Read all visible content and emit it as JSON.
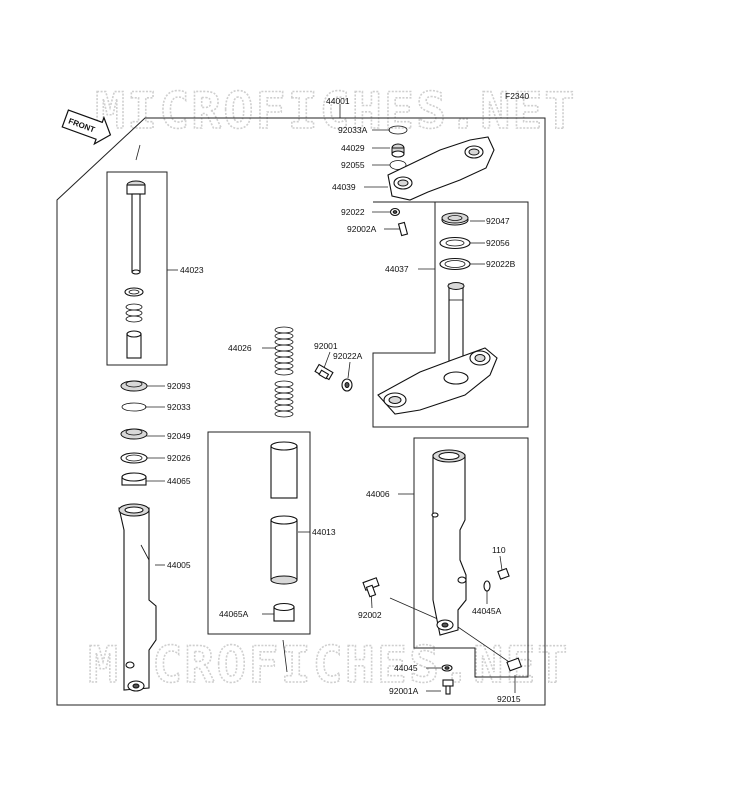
{
  "diagram": {
    "figure_code": "F2340",
    "watermark": "MICROFICHES.NET",
    "front_badge": "FRONT",
    "labels": {
      "p44001": "44001",
      "p92033A": "92033A",
      "p44029": "44029",
      "p92055": "92055",
      "p44039": "44039",
      "p92022": "92022",
      "p92002A": "92002A",
      "p92047": "92047",
      "p92056": "92056",
      "p44037": "44037",
      "p92022B": "92022B",
      "p44023": "44023",
      "p44026": "44026",
      "p92001": "92001",
      "p92022A": "92022A",
      "p92093": "92093",
      "p92033": "92033",
      "p92049": "92049",
      "p92026": "92026",
      "p44065": "44065",
      "p44006": "44006",
      "p44005": "44005",
      "p44013": "44013",
      "p110": "110",
      "p92002": "92002",
      "p44045A": "44045A",
      "p44065A": "44065A",
      "p44045": "44045",
      "p92001A": "92001A",
      "p92015": "92015"
    }
  }
}
